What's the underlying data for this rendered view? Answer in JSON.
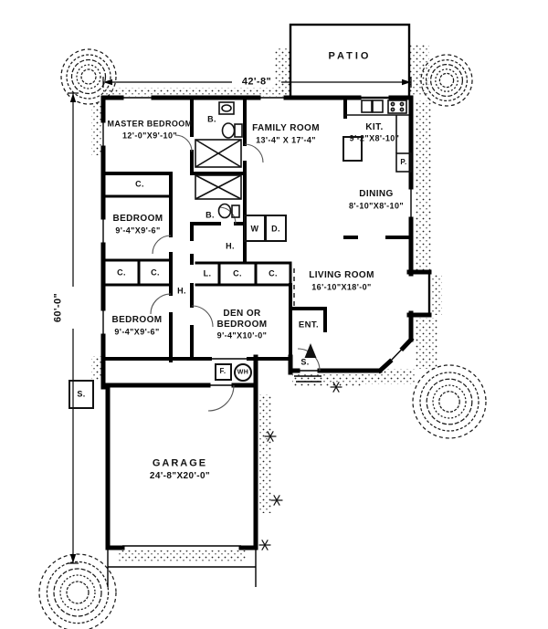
{
  "plan": {
    "patio_label": "PATIO",
    "dim_width": "42'-8\"",
    "dim_height": "60'-0\"",
    "rooms": {
      "master": {
        "name": "MASTER BEDROOM",
        "size": "12'-0\"X9'-10\""
      },
      "family": {
        "name": "FAMILY ROOM",
        "size": "13'-4\" X 17'-4\""
      },
      "kitchen": {
        "name": "KIT.",
        "size": "9'-2\"X8'-10\""
      },
      "dining": {
        "name": "DINING",
        "size": "8'-10\"X8'-10\""
      },
      "bedroom_mid": {
        "name": "BEDROOM",
        "size": "9'-4\"X9'-6\""
      },
      "bedroom_lower": {
        "name": "BEDROOM",
        "size": "9'-4\"X9'-6\""
      },
      "den": {
        "name_line1": "DEN OR",
        "name_line2": "BEDROOM",
        "size": "9'-4\"X10'-0\""
      },
      "living": {
        "name": "LIVING ROOM",
        "size": "16'-10\"X18'-0\""
      },
      "garage": {
        "name": "GARAGE",
        "size": "24'-8\"X20'-0\""
      },
      "entry": {
        "name": "ENT."
      }
    },
    "labels": {
      "bath_upper": "B.",
      "bath_lower": "B.",
      "closet_master": "C.",
      "closet_bed_left": "C.",
      "closet_bed_right": "C.",
      "linen": "L.",
      "closet_hall_1": "C.",
      "closet_hall_2": "C.",
      "hall_upper": "H.",
      "hall_lower": "H.",
      "washer": "W",
      "dryer": "D.",
      "stoop_left": "S.",
      "stoop_entry": "S.",
      "furnace": "F.",
      "water_heater": "WH",
      "pantry": "P."
    },
    "ink_color": "#111111",
    "paper_color": "#ffffff"
  }
}
